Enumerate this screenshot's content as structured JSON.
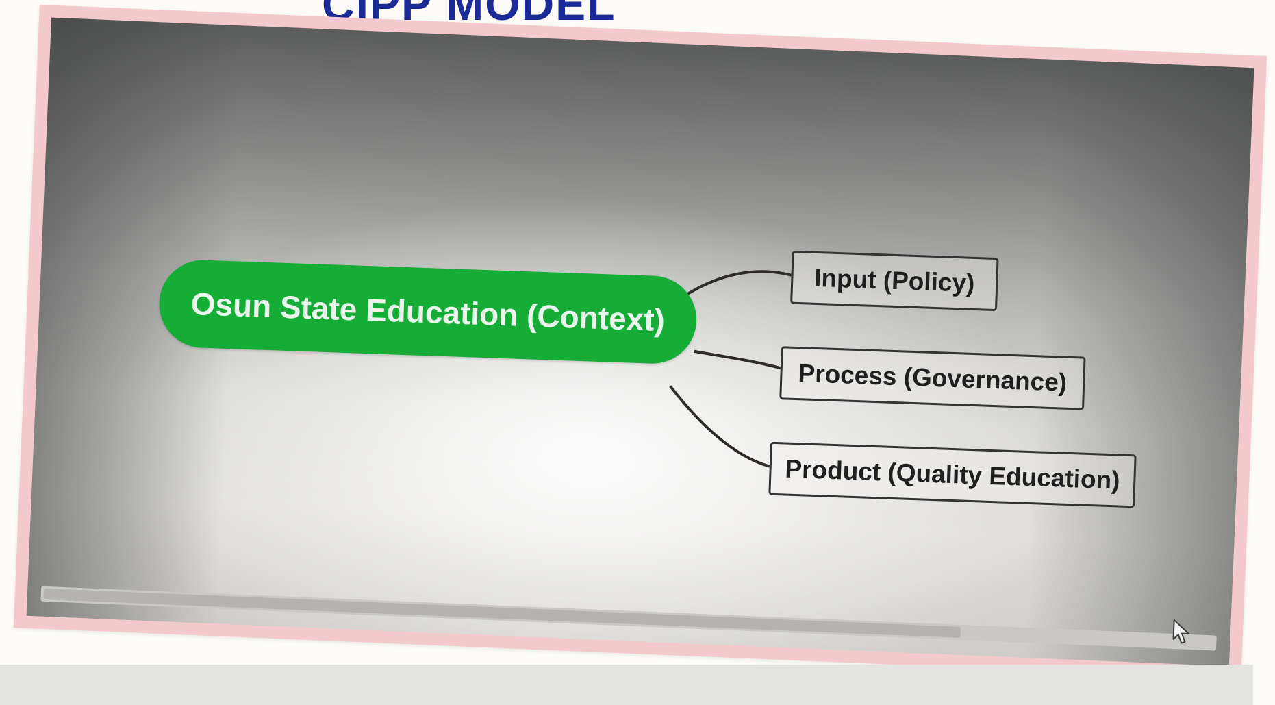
{
  "slide": {
    "title": "CIPP MODEL"
  },
  "diagram": {
    "center_node": "Osun State Education (Context)",
    "branches": [
      "Input (Policy)",
      "Process (Governance)",
      "Product (Quality Education)"
    ]
  },
  "colors": {
    "title": "#1a2a96",
    "center_node": "#16ad36",
    "frame": "#f3c9cd",
    "connector": "#2e2a2a"
  },
  "icons": {
    "cursor": "arrow-cursor-icon"
  }
}
